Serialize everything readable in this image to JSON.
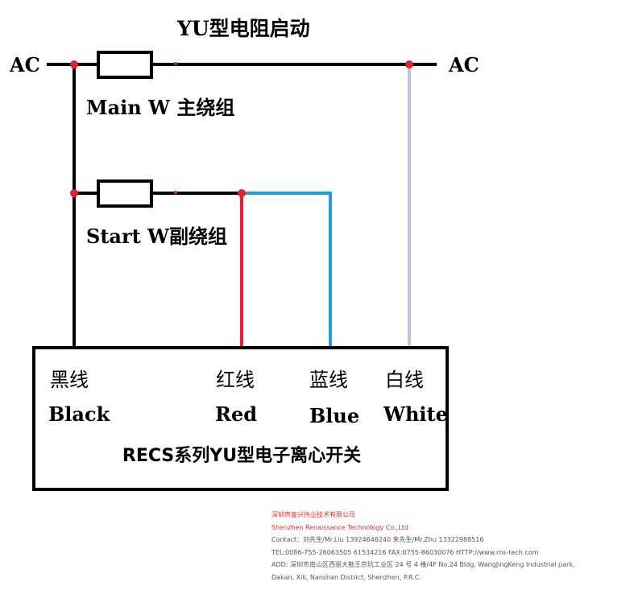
{
  "diagram": {
    "title": "YU型电阻启动",
    "ac_left": "AC",
    "ac_right": "AC",
    "main_winding": {
      "label": "Main W  主绕组"
    },
    "start_winding": {
      "label": "Start W副绕组"
    },
    "switch": {
      "model": "RECS系列YU型电子离心开关",
      "terminals": [
        {
          "cn": "黑线",
          "en": "Black"
        },
        {
          "cn": "红线",
          "en": "Red"
        },
        {
          "cn": "蓝线",
          "en": "Blue"
        },
        {
          "cn": "白线",
          "en": "White"
        }
      ]
    },
    "wire_colors": {
      "black": "#000000",
      "red": "#e8202a",
      "blue": "#1aa0e0",
      "white": "#c8c0e0",
      "node": "#e8202a"
    }
  },
  "company": {
    "name_cn": "深圳市复兴伟业技术有限公司",
    "name_en": "Shenzhen Renaissance Technology Co.,Ltd",
    "contact": "Contact：刘先生/Mr.Liu    13924646240      朱先生/Mr.Zhu    13322988516",
    "tel": "TEL:0086-755-26063505 61534216      FAX:0755-86030076     HTTP://www.rns-tech.com",
    "address_line1": "ADD: 深圳市南山区西丽大勘王京坑工业区 24 号 4 楼/4F No.24 Bldg, WangJingKeng Industrial park,",
    "address_line2": "Dakan, Xili, Nanshan District, Shenzhen, P.R.C."
  }
}
